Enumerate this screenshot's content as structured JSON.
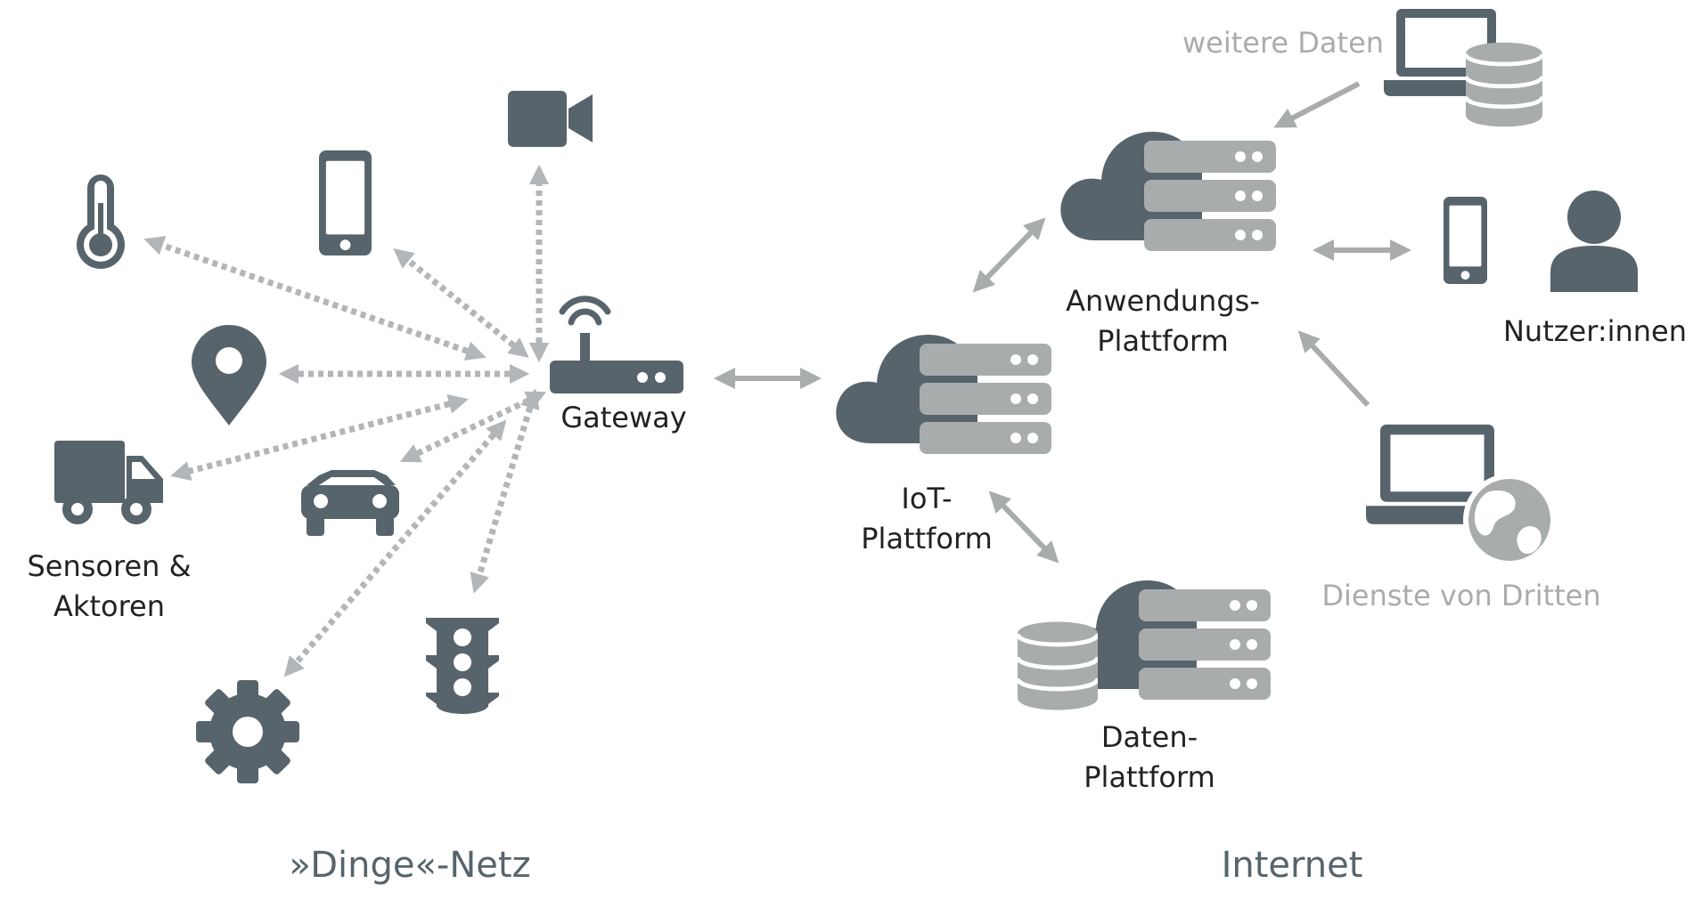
{
  "colors": {
    "dark": "#57646c",
    "light": "#a9acad",
    "text": "#222222"
  },
  "icons": {
    "left_devices": [
      "thermometer-icon",
      "smartphone-icon",
      "video-camera-icon",
      "location-pin-icon",
      "truck-icon",
      "car-icon",
      "gear-icon",
      "traffic-light-icon"
    ],
    "gateway": "router-icon",
    "platforms": [
      "cloud-server-icon",
      "database-icon"
    ],
    "right": [
      "laptop-icon",
      "database-icon",
      "smartphone-icon",
      "user-icon",
      "globe-icon"
    ]
  },
  "labels": {
    "sensors_line1": "Sensoren &",
    "sensors_line2": "Aktoren",
    "gateway": "Gateway",
    "iot_line1": "IoT-",
    "iot_line2": "Plattform",
    "app_line1": "Anwendungs-",
    "app_line2": "Plattform",
    "data_line1": "Daten-",
    "data_line2": "Plattform",
    "users": "Nutzer:innen",
    "more_data": "weitere Daten",
    "third_party": "Dienste von Dritten"
  },
  "sections": {
    "left": "»Dinge«-Netz",
    "right": "Internet"
  }
}
